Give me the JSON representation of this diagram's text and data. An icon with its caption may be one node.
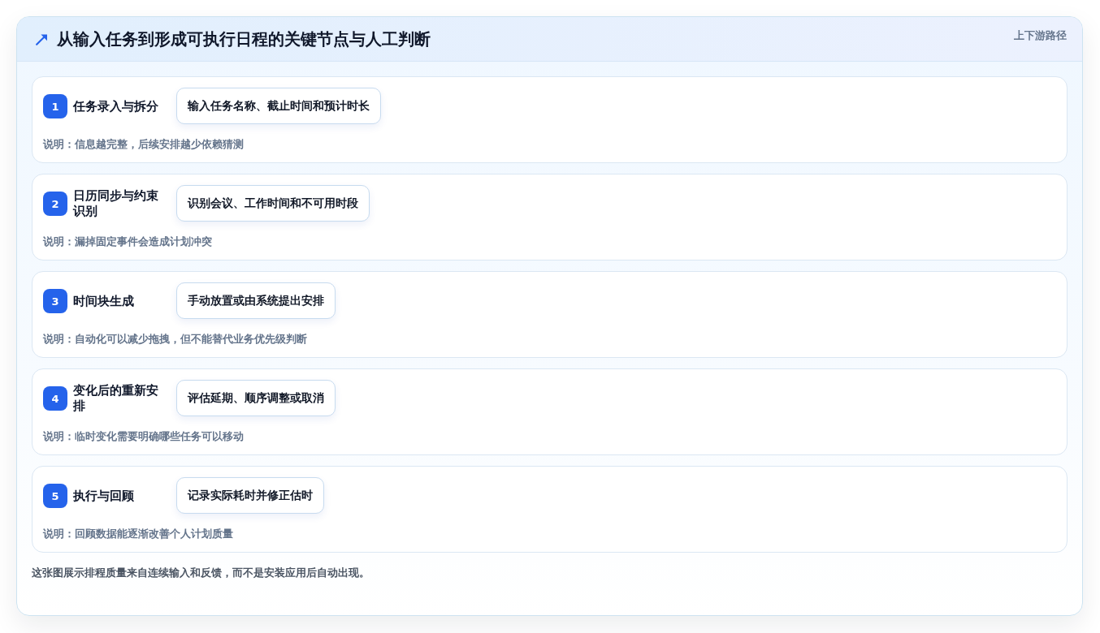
{
  "diagram": {
    "title": "从输入任务到形成可执行日程的关键节点与人工判断",
    "caption": "这张图展示排程质量来自连续输入和反馈，而不是安装应用后自动出现。",
    "nodes": [
      {
        "text": [
          "任务录入与拆分",
          "说明：信息越完整，后续安排越少依赖猜测"
        ]
      },
      {
        "text": [
          "1"
        ],
        "in": 0
      },
      {
        "text": [
          "输入任务名称、截止时间和预计时长"
        ],
        "in": 0
      },
      {
        "text": [
          "日历同步与约束识别",
          "说明：漏掉固定事件会造成计划冲突"
        ]
      },
      {
        "text": [
          "2"
        ],
        "in": 3
      },
      {
        "text": [
          "识别会议、工作时间和不可用时段"
        ],
        "in": 3
      },
      {
        "text": [
          "时间块生成",
          "说明：自动化可以减少拖拽，但不能替代业务优先级判断"
        ]
      },
      {
        "text": [
          "3"
        ],
        "in": 6
      },
      {
        "text": [
          "手动放置或由系统提出安排"
        ],
        "in": 6
      },
      {
        "text": [
          "变化后的重新安排",
          "说明：临时变化需要明确哪些任务可以移动"
        ]
      },
      {
        "text": [
          "4"
        ],
        "in": 9
      },
      {
        "text": [
          "评估延期、顺序调整或取消"
        ],
        "in": 9
      },
      {
        "text": [
          "执行与回顾",
          "说明：回顾数据能逐渐改善个人计划质量"
        ]
      },
      {
        "text": [
          "5"
        ],
        "in": 12
      },
      {
        "text": [
          "记录实际耗时并修正估时"
        ],
        "in": 12
      }
    ],
    "labels": [
      "上下游路径"
    ]
  }
}
